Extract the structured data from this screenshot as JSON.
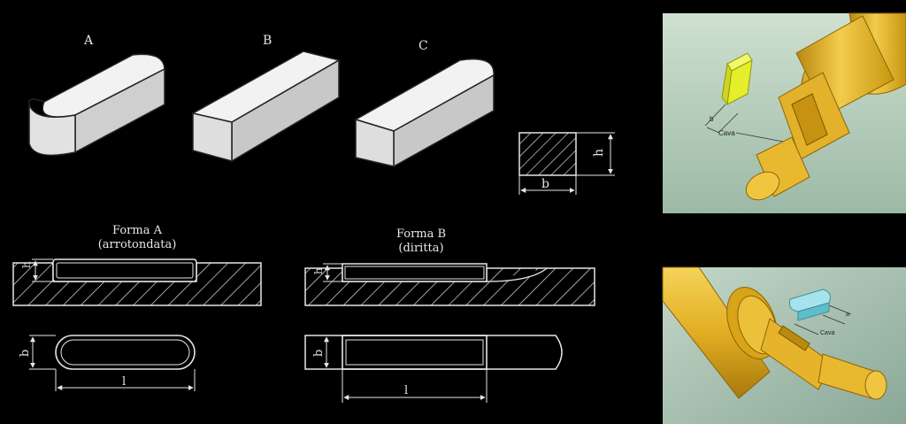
{
  "keys_3d": {
    "label_a": "A",
    "label_b": "B",
    "label_c": "C"
  },
  "section_dims": {
    "width_label": "b",
    "height_label": "h"
  },
  "form_a": {
    "title": "Forma A",
    "subtitle": "(arrotondata)",
    "height_label": "h",
    "width_label": "b",
    "length_label": "l"
  },
  "form_b": {
    "title": "Forma B",
    "subtitle": "(diritta)",
    "height_label": "h",
    "width_label": "b",
    "length_label": "l"
  },
  "photo_top": {
    "dim_label": "b",
    "slot_label": "Cava"
  },
  "photo_bottom": {
    "dim_label": "a",
    "slot_label": "Cava"
  },
  "colors": {
    "background": "#000000",
    "line": "#e6e6e6",
    "key_face_top": "#f2f2f2",
    "key_face_side": "#c9c9c9",
    "key_face_front": "#dedede",
    "photo_bg_top": "#c9dccb",
    "photo_bg_bottom": "#a7c0ad",
    "shaft_gold": "#e7b629",
    "shaft_gold_dark": "#b8870f",
    "key_yellow": "#e5ee2c",
    "key_cyan": "#7ad1de"
  }
}
